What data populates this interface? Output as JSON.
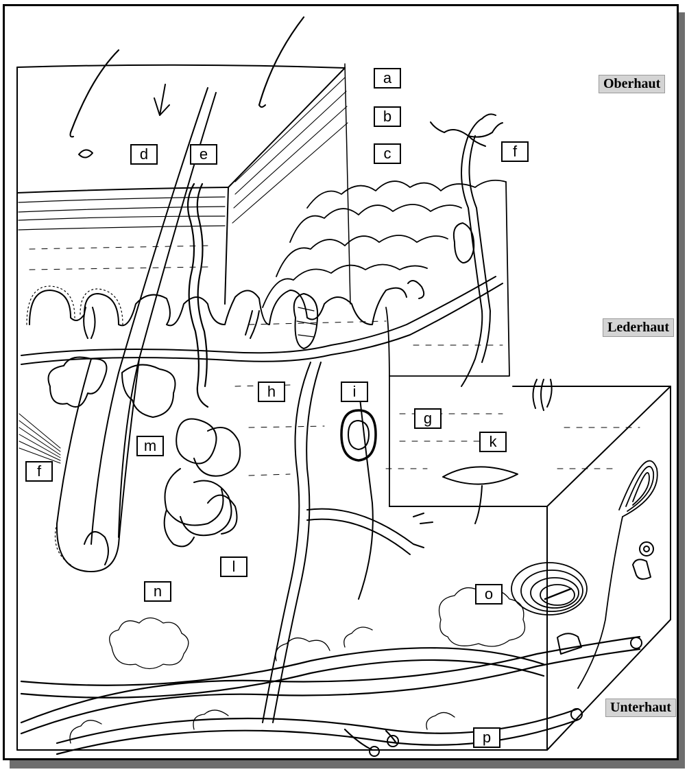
{
  "labels": {
    "a": "a",
    "b": "b",
    "c": "c",
    "d": "d",
    "e": "e",
    "f_top": "f",
    "f_left": "f",
    "g": "g",
    "h": "h",
    "i": "i",
    "k": "k",
    "l": "l",
    "m": "m",
    "n": "n",
    "o": "o",
    "p": "p"
  },
  "layers": {
    "top": "Oberhaut",
    "middle": "Lederhaut",
    "bottom": "Unterhaut"
  }
}
